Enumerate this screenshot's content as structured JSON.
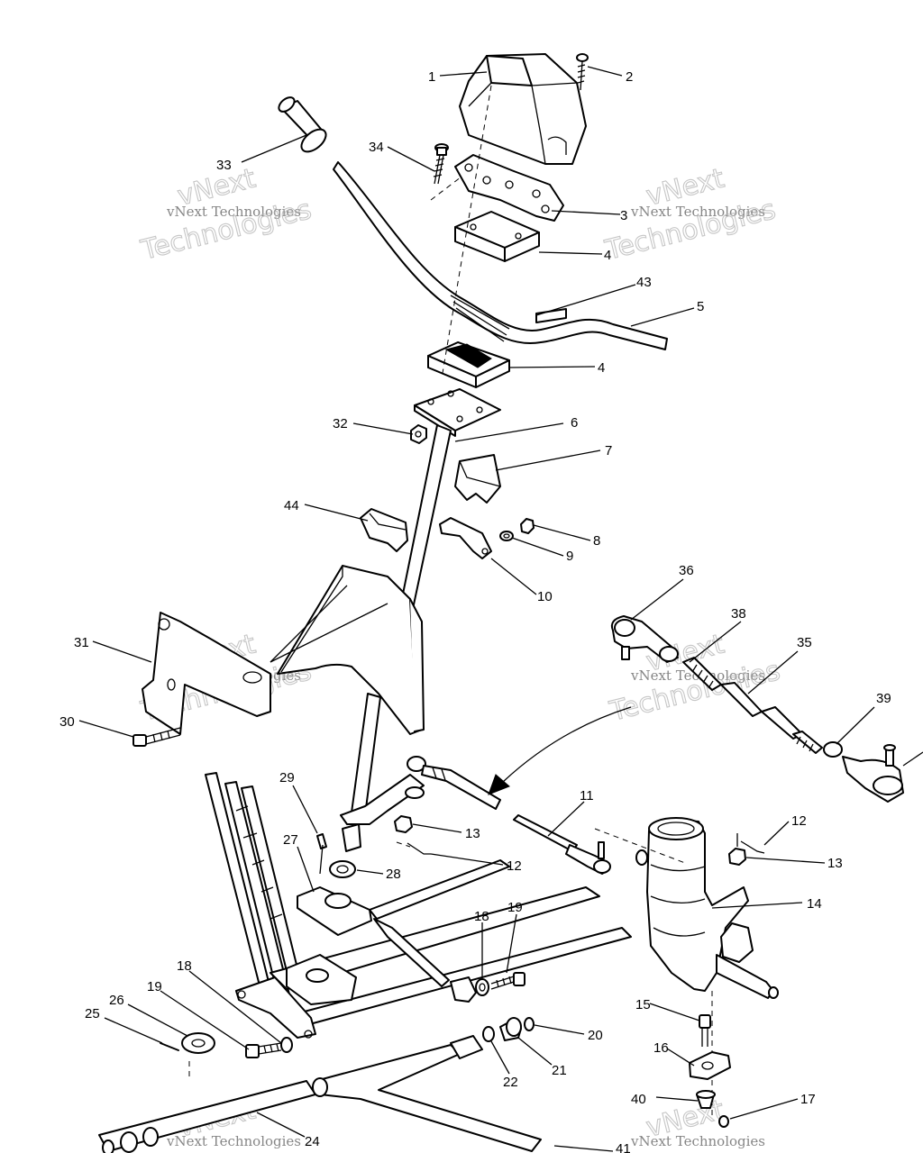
{
  "callouts": {
    "c1": "1",
    "c2": "2",
    "c3": "3",
    "c4a": "4",
    "c4b": "4",
    "c5": "5",
    "c6": "6",
    "c7": "7",
    "c8": "8",
    "c9": "9",
    "c10": "10",
    "c11": "11",
    "c12a": "12",
    "c12b": "12",
    "c13a": "13",
    "c13b": "13",
    "c14": "14",
    "c15": "15",
    "c16": "16",
    "c17": "17",
    "c18a": "18",
    "c18b": "18",
    "c19a": "19",
    "c19b": "19",
    "c20": "20",
    "c21": "21",
    "c22": "22",
    "c24": "24",
    "c25": "25",
    "c26": "26",
    "c27": "27",
    "c28": "28",
    "c29": "29",
    "c30": "30",
    "c31": "31",
    "c32": "32",
    "c33": "33",
    "c34": "34",
    "c35": "35",
    "c36": "36",
    "c38": "38",
    "c39": "39",
    "c40": "40",
    "c41": "41",
    "c43": "43",
    "c44": "44"
  },
  "watermark": {
    "brand_short": "vNext",
    "brand_full": "vNext Technologies",
    "brand_word": "Technologies"
  }
}
